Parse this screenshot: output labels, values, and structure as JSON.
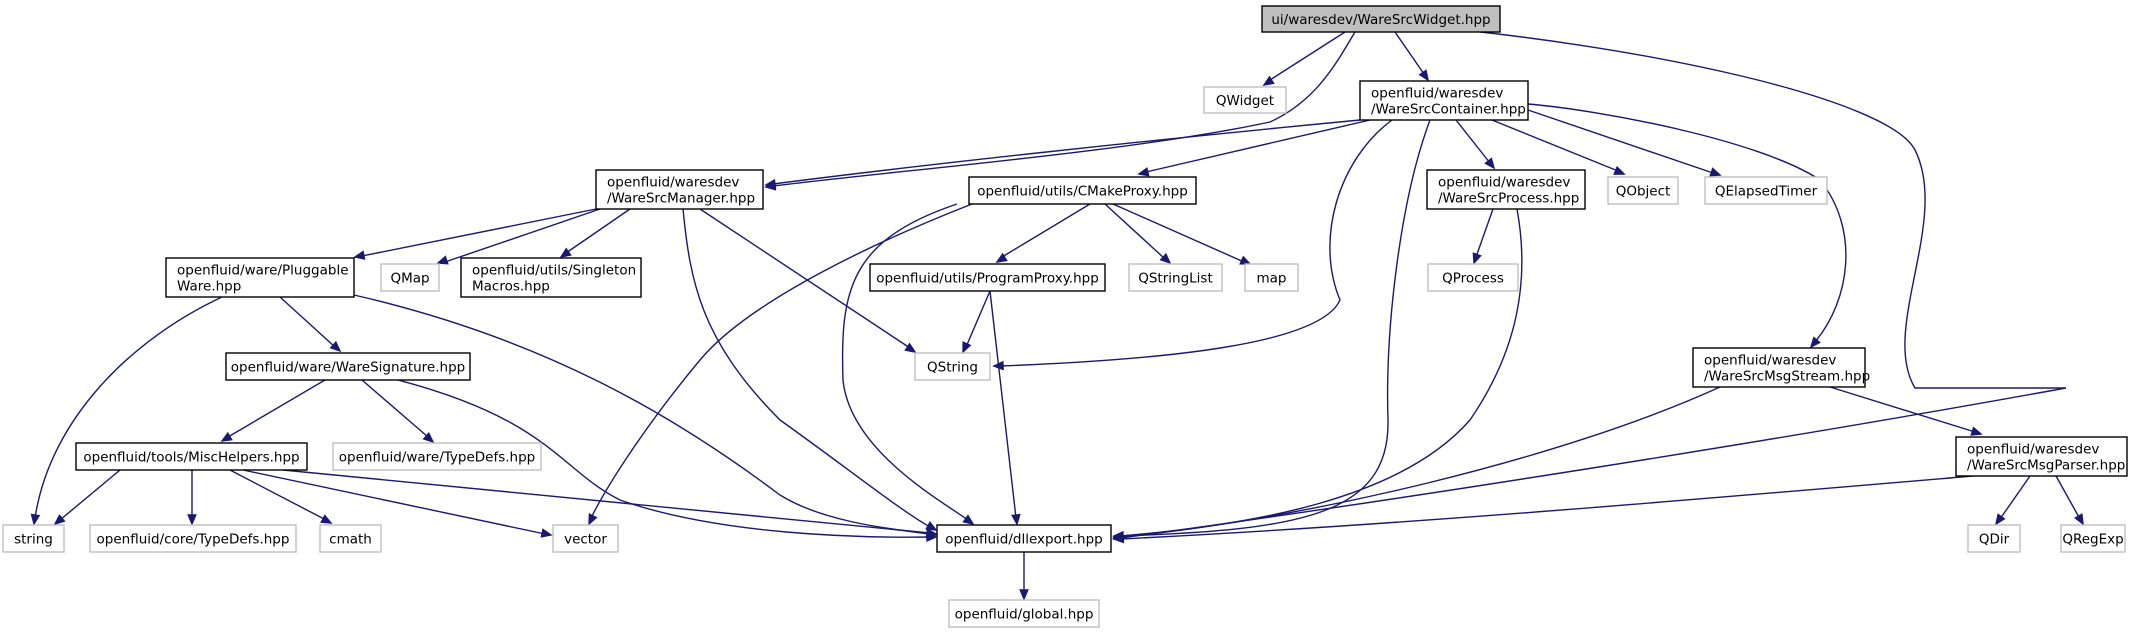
{
  "nodes": [
    {
      "id": "root",
      "lines": [
        "ui/waresdev/WareSrcWidget.hpp"
      ],
      "style": "root"
    },
    {
      "id": "qwidget",
      "lines": [
        "QWidget"
      ],
      "style": "ext"
    },
    {
      "id": "container",
      "lines": [
        "openfluid/waresdev",
        "/WareSrcContainer.hpp"
      ],
      "style": "doc"
    },
    {
      "id": "manager",
      "lines": [
        "openfluid/waresdev",
        "/WareSrcManager.hpp"
      ],
      "style": "doc"
    },
    {
      "id": "cmake",
      "lines": [
        "openfluid/utils/CMakeProxy.hpp"
      ],
      "style": "doc"
    },
    {
      "id": "process",
      "lines": [
        "openfluid/waresdev",
        "/WareSrcProcess.hpp"
      ],
      "style": "doc"
    },
    {
      "id": "qobject",
      "lines": [
        "QObject"
      ],
      "style": "ext"
    },
    {
      "id": "qelapsed",
      "lines": [
        "QElapsedTimer"
      ],
      "style": "ext"
    },
    {
      "id": "pluggable",
      "lines": [
        "openfluid/ware/Pluggable",
        "Ware.hpp"
      ],
      "style": "doc"
    },
    {
      "id": "qmap",
      "lines": [
        "QMap"
      ],
      "style": "ext"
    },
    {
      "id": "singleton",
      "lines": [
        "openfluid/utils/Singleton",
        "Macros.hpp"
      ],
      "style": "doc"
    },
    {
      "id": "program",
      "lines": [
        "openfluid/utils/ProgramProxy.hpp"
      ],
      "style": "doc"
    },
    {
      "id": "qstringlist",
      "lines": [
        "QStringList"
      ],
      "style": "ext"
    },
    {
      "id": "map",
      "lines": [
        "map"
      ],
      "style": "ext"
    },
    {
      "id": "qprocess",
      "lines": [
        "QProcess"
      ],
      "style": "ext"
    },
    {
      "id": "signature",
      "lines": [
        "openfluid/ware/WareSignature.hpp"
      ],
      "style": "doc"
    },
    {
      "id": "qstring",
      "lines": [
        "QString"
      ],
      "style": "ext"
    },
    {
      "id": "msgstream",
      "lines": [
        "openfluid/waresdev",
        "/WareSrcMsgStream.hpp"
      ],
      "style": "doc"
    },
    {
      "id": "misc",
      "lines": [
        "openfluid/tools/MiscHelpers.hpp"
      ],
      "style": "doc"
    },
    {
      "id": "waretypedefs",
      "lines": [
        "openfluid/ware/TypeDefs.hpp"
      ],
      "style": "ext"
    },
    {
      "id": "msgparser",
      "lines": [
        "openfluid/waresdev",
        "/WareSrcMsgParser.hpp"
      ],
      "style": "doc"
    },
    {
      "id": "string",
      "lines": [
        "string"
      ],
      "style": "ext"
    },
    {
      "id": "coretypedefs",
      "lines": [
        "openfluid/core/TypeDefs.hpp"
      ],
      "style": "ext"
    },
    {
      "id": "cmath",
      "lines": [
        "cmath"
      ],
      "style": "ext"
    },
    {
      "id": "vector",
      "lines": [
        "vector"
      ],
      "style": "ext"
    },
    {
      "id": "dllexport",
      "lines": [
        "openfluid/dllexport.hpp"
      ],
      "style": "doc"
    },
    {
      "id": "qdir",
      "lines": [
        "QDir"
      ],
      "style": "ext"
    },
    {
      "id": "qregexp",
      "lines": [
        "QRegExp"
      ],
      "style": "ext"
    },
    {
      "id": "global",
      "lines": [
        "openfluid/global.hpp"
      ],
      "style": "ext"
    }
  ],
  "edges": [
    [
      "root",
      "qwidget"
    ],
    [
      "root",
      "container"
    ],
    [
      "root",
      "manager"
    ],
    [
      "root",
      "dllexport"
    ],
    [
      "container",
      "manager"
    ],
    [
      "container",
      "cmake"
    ],
    [
      "container",
      "process"
    ],
    [
      "container",
      "qobject"
    ],
    [
      "container",
      "qelapsed"
    ],
    [
      "container",
      "msgstream"
    ],
    [
      "container",
      "qstring"
    ],
    [
      "container",
      "dllexport"
    ],
    [
      "manager",
      "pluggable"
    ],
    [
      "manager",
      "qmap"
    ],
    [
      "manager",
      "singleton"
    ],
    [
      "manager",
      "qstring"
    ],
    [
      "manager",
      "dllexport"
    ],
    [
      "cmake",
      "program"
    ],
    [
      "cmake",
      "qstringlist"
    ],
    [
      "cmake",
      "map"
    ],
    [
      "cmake",
      "vector"
    ],
    [
      "cmake",
      "dllexport"
    ],
    [
      "process",
      "qprocess"
    ],
    [
      "process",
      "dllexport"
    ],
    [
      "pluggable",
      "signature"
    ],
    [
      "pluggable",
      "string"
    ],
    [
      "pluggable",
      "dllexport"
    ],
    [
      "program",
      "qstring"
    ],
    [
      "program",
      "dllexport"
    ],
    [
      "signature",
      "misc"
    ],
    [
      "signature",
      "waretypedefs"
    ],
    [
      "signature",
      "dllexport"
    ],
    [
      "msgstream",
      "msgparser"
    ],
    [
      "msgstream",
      "dllexport"
    ],
    [
      "misc",
      "string"
    ],
    [
      "misc",
      "coretypedefs"
    ],
    [
      "misc",
      "cmath"
    ],
    [
      "misc",
      "vector"
    ],
    [
      "misc",
      "dllexport"
    ],
    [
      "msgparser",
      "qdir"
    ],
    [
      "msgparser",
      "qregexp"
    ],
    [
      "msgparser",
      "dllexport"
    ],
    [
      "dllexport",
      "global"
    ]
  ]
}
